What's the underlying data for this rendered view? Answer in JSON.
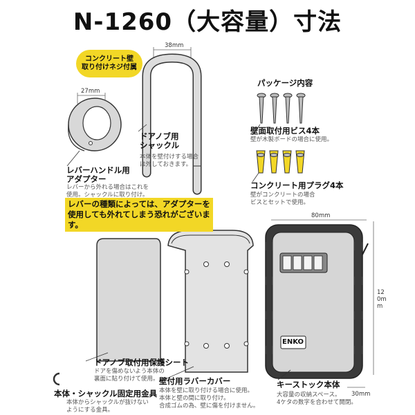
{
  "title": "N-1260（大容量）寸法",
  "badge": {
    "line1": "コンクリート壁",
    "line2": "取り付けネジ付属"
  },
  "dimensions": {
    "adapter_width": "27mm",
    "shackle_width": "38mm",
    "body_width": "80mm",
    "body_height": "120mm",
    "body_depth": "30mm"
  },
  "package": {
    "heading": "パッケージ内容"
  },
  "screws": {
    "label": "壁面取付用ビス4本",
    "note": "壁が木製ボードの場合に使用。"
  },
  "plugs": {
    "label": "コンクリート用プラグ4本",
    "note1": "壁がコンクリートの場合",
    "note2": "ビスとセットで使用。"
  },
  "shackle": {
    "label1": "ドアノブ用",
    "label2": "シャックル",
    "note1": "本体を壁付けする場合",
    "note2": "は外しておきます。"
  },
  "adapter": {
    "label1": "レバーハンドル用",
    "label2": "アダプター",
    "note1": "レバーから外れる場合はこれを",
    "note2": "使用。シャックルに取り付け。"
  },
  "warning": "レバーの種類によっては、アダプターを使用しても外れてしまう恐れがございます。",
  "protect_sheet": {
    "label": "ドアノブ取付用保護シート",
    "note1": "ドアを傷めないよう本体の",
    "note2": "裏面に貼り付けて使用。"
  },
  "rubber_cover": {
    "label": "壁付用ラバーカバー",
    "note1": "本体を壁に取り付ける場合に使用。",
    "note2": "本体と壁の間に取り付け。",
    "note3": "合成ゴムの為、壁に傷を付けません。"
  },
  "key_stock": {
    "label": "キーストック本体",
    "note1": "大容量の収納スペース。",
    "note2": "4ケタの数字を合わせて開閉。",
    "brand": "ENKO"
  },
  "clip": {
    "label": "本体・シャックル固定用金具",
    "note1": "本体からシャックルが抜けない",
    "note2": "ようにする金具。"
  }
}
